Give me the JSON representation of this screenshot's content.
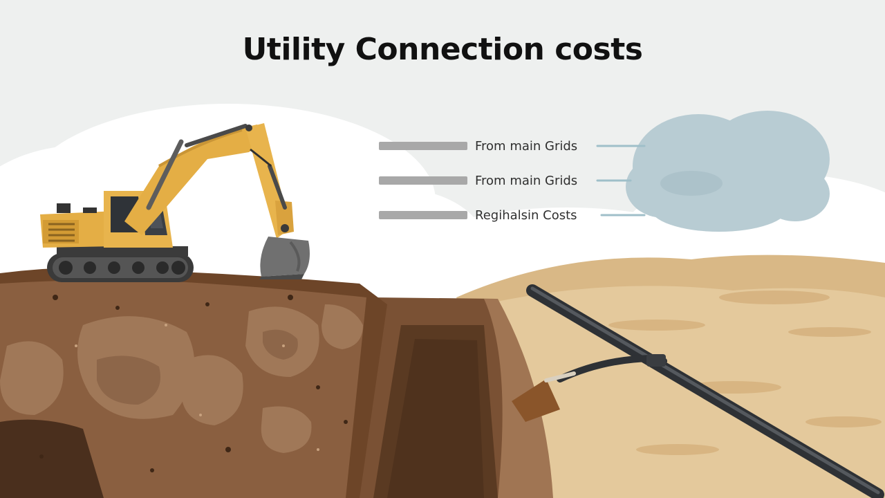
{
  "title": "Utility Connection costs",
  "legend": [
    {
      "label": "From main Grids"
    },
    {
      "label": "From main Grids"
    },
    {
      "label": "Regihalsin Costs"
    }
  ],
  "colors": {
    "sky": "#eef0ef",
    "excavator_yellow": "#e4ae45",
    "soil_dark": "#6b4427",
    "soil_mid": "#8e6445",
    "sand": "#e3c89a",
    "pipe": "#3a3d41",
    "cloud_blue": "#b7ccd3",
    "legend_bar": "#a8a8a8",
    "connector": "#9fbfc9"
  },
  "icons": [
    "excavator-icon",
    "cloud-icon",
    "pipe-icon",
    "shovel-icon"
  ]
}
